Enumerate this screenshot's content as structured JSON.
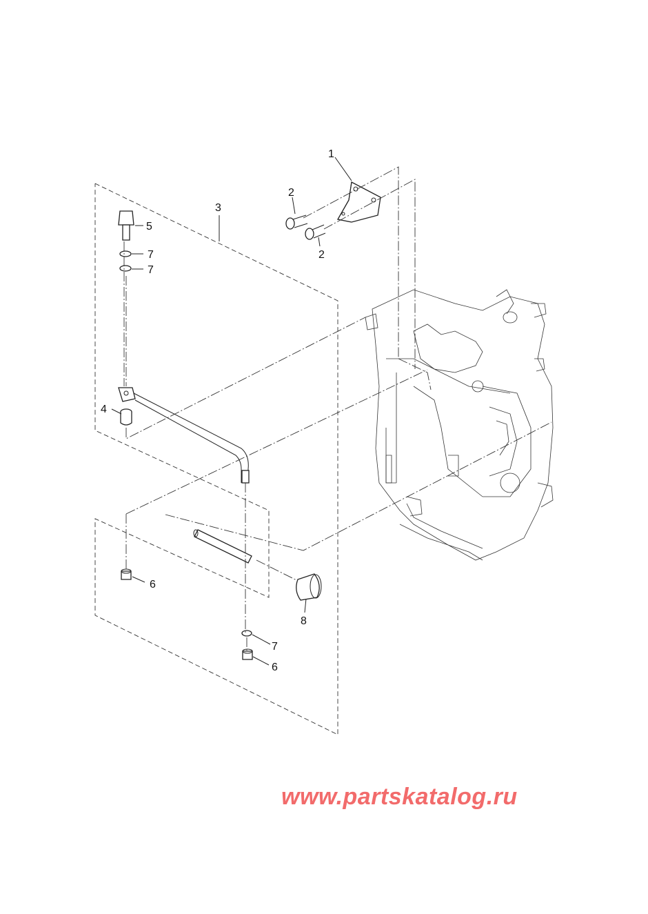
{
  "callouts": {
    "c1": "1",
    "c2a": "2",
    "c2b": "2",
    "c3": "3",
    "c4": "4",
    "c5": "5",
    "c6a": "6",
    "c6b": "6",
    "c7a": "7",
    "c7b": "7",
    "c7c": "7",
    "c8": "8"
  },
  "watermark": {
    "text": "www.partskatalog.ru",
    "color": "#f26b6b"
  },
  "colors": {
    "line": "#222222",
    "background": "#ffffff"
  }
}
